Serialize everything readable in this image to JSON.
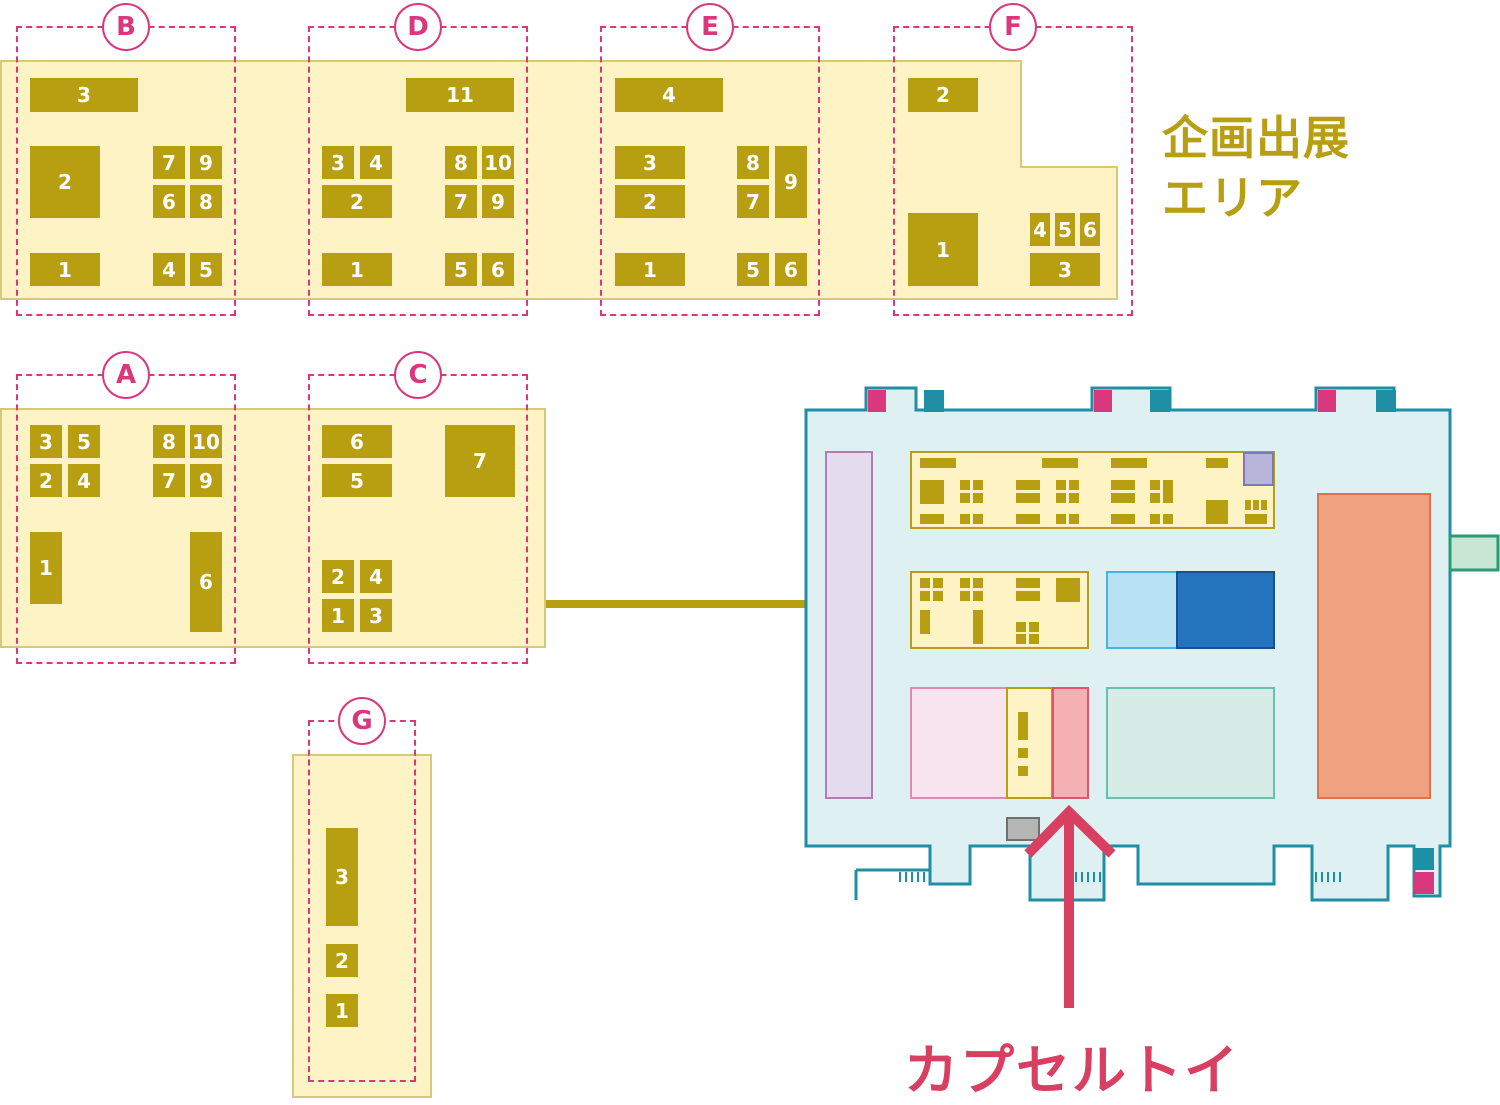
{
  "labels": {
    "area_title_line1": "企画出展",
    "area_title_line2": "エリア",
    "capsule_label": "カプセルトイ"
  },
  "sections": {
    "A": "A",
    "B": "B",
    "C": "C",
    "D": "D",
    "E": "E",
    "F": "F",
    "G": "G"
  },
  "booths": {
    "B": [
      "1",
      "2",
      "3",
      "4",
      "5",
      "6",
      "7",
      "8",
      "9"
    ],
    "D": [
      "1",
      "2",
      "3",
      "4",
      "5",
      "6",
      "7",
      "8",
      "9",
      "10",
      "11"
    ],
    "E": [
      "1",
      "2",
      "3",
      "4",
      "5",
      "6",
      "7",
      "8",
      "9"
    ],
    "F": [
      "1",
      "2",
      "3",
      "4",
      "5",
      "6"
    ],
    "A": [
      "1",
      "2",
      "3",
      "4",
      "5",
      "6",
      "7",
      "8",
      "9",
      "10"
    ],
    "C": [
      "1",
      "2",
      "3",
      "4",
      "5",
      "6",
      "7"
    ],
    "G": [
      "1",
      "2",
      "3"
    ]
  },
  "colors": {
    "booth": "#b89f12",
    "zone_fill": "#fdf3c4",
    "section_marker": "#d9387c",
    "hall_fill": "#dff0f3",
    "hall_border": "#1f8fa6",
    "arrow_gold": "#b89f12",
    "arrow_pink": "#d83f60",
    "capsule_zone": "#f5b0b4",
    "dark_blue_zone": "#2474bd",
    "light_blue_zone": "#b8e2f4",
    "lavender_zone": "#e4dcee",
    "salmon_zone": "#f0a17f",
    "mint_zone": "#d5ede6",
    "pink_zone": "#f8e4ee"
  }
}
